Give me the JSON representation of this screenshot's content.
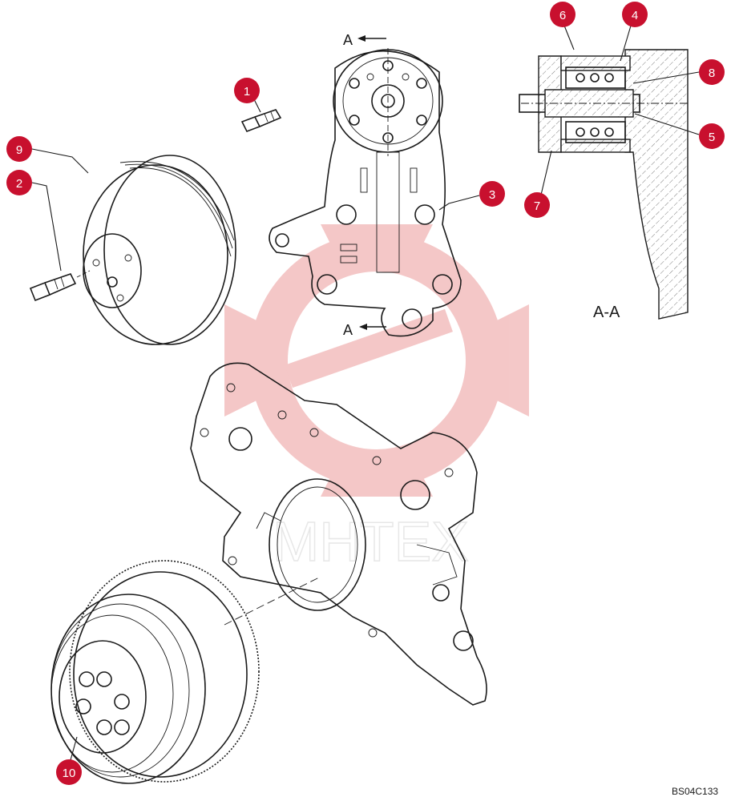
{
  "section": {
    "title": "A-A",
    "arrow_label": "A"
  },
  "callouts": [
    {
      "id": "1",
      "label": "1"
    },
    {
      "id": "2",
      "label": "2"
    },
    {
      "id": "3",
      "label": "3"
    },
    {
      "id": "4",
      "label": "4"
    },
    {
      "id": "5",
      "label": "5"
    },
    {
      "id": "6",
      "label": "6"
    },
    {
      "id": "7",
      "label": "7"
    },
    {
      "id": "8",
      "label": "8"
    },
    {
      "id": "9",
      "label": "9"
    },
    {
      "id": "10",
      "label": "10"
    }
  ],
  "drawing_code": "BS04C133",
  "colors": {
    "callout": "#c8102e",
    "line": "#1a1a1a",
    "watermark": "#e8a0a0"
  }
}
